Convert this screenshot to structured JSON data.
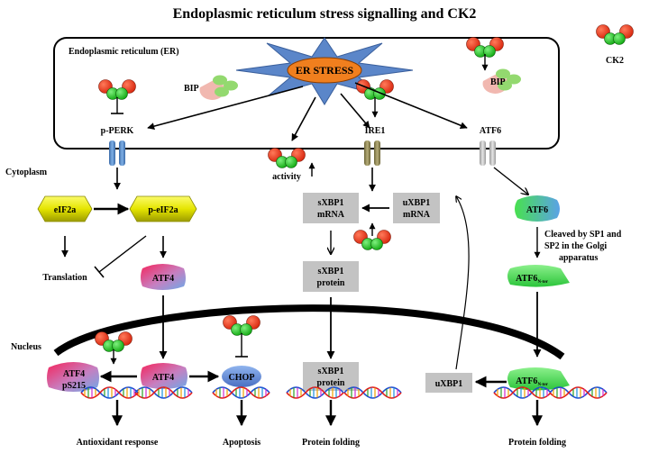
{
  "title": "Endoplasmic reticulum stress signalling and CK2",
  "legend": {
    "ck2_label": "CK2"
  },
  "compartments": {
    "er": "Endoplasmic reticulum (ER)",
    "cytoplasm": "Cytoplasm",
    "nucleus": "Nucleus"
  },
  "er": {
    "stress": "ER STRESS",
    "bip_left": "BIP",
    "bip_right": "BIP"
  },
  "receptors": {
    "perk": "p-PERK",
    "ire1": "IRE1",
    "atf6": "ATF6"
  },
  "nodes": {
    "activity": "activity",
    "eif2a": "eIF2a",
    "p_eif2a": "p-eIF2a",
    "translation": "Translation",
    "atf4": "ATF4",
    "atf4_nuclear": "ATF4",
    "atf4_ps215_name": "ATF4",
    "atf4_ps215_mod": "pS215",
    "chop": "CHOP",
    "sxbp1_mrna_1": "sXBP1",
    "sxbp1_mrna_2": "mRNA",
    "uxbp1_mrna_1": "uXBP1",
    "uxbp1_mrna_2": "mRNA",
    "sxbp1_protein_1": "sXBP1",
    "sxbp1_protein_2": "protein",
    "sxbp1_nuc_1": "sXBP1",
    "sxbp1_nuc_2": "protein",
    "uxbp1": "uXBP1",
    "atf6_cyto": "ATF6",
    "cleaved_1": "Cleaved by SP1 and",
    "cleaved_2": "SP2 in the Golgi",
    "cleaved_3": "apparatus",
    "atf6_n_1": "ATF6",
    "atf6_n_1_sub": "N-ter",
    "atf6_n_2": "ATF6",
    "atf6_n_2_sub": "N-ter"
  },
  "outcomes": {
    "antioxidant": "Antioxidant response",
    "apoptosis": "Apoptosis",
    "protein_folding_1": "Protein folding",
    "protein_folding_2": "Protein folding"
  },
  "colors": {
    "ck2_red": "#e8341c",
    "ck2_green": "#1fc31f",
    "stress_blue": "#5b86c9",
    "stress_orange": "#f07f1e",
    "perk_blue": "#4f83c2",
    "ire1_olive": "#8b8452",
    "atf6_gray": "#b9b9b9",
    "eif2a_yellow": "#e8e600",
    "atf4_pink": "#f03a6a",
    "atf4_blue": "#7aa6e0",
    "chop_blue": "#5f86d0",
    "atf6_green": "#3ee04a",
    "box_gray": "#c3c3c3",
    "bip_pink": "#f0b6b0",
    "bip_green": "#8ed86a"
  }
}
